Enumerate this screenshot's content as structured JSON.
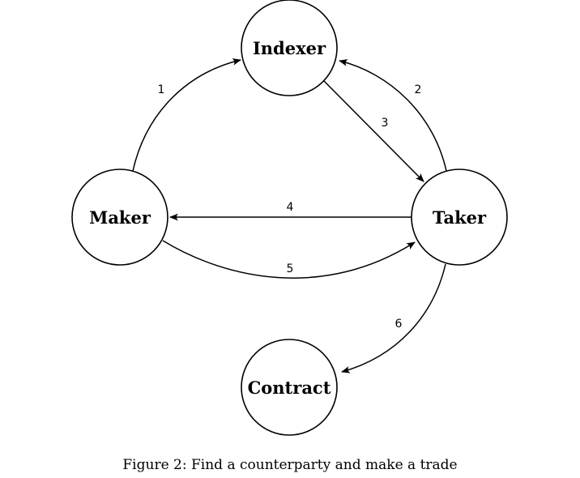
{
  "diagram": {
    "nodes": [
      {
        "id": "indexer",
        "label": "Indexer"
      },
      {
        "id": "maker",
        "label": "Maker"
      },
      {
        "id": "taker",
        "label": "Taker"
      },
      {
        "id": "contract",
        "label": "Contract"
      }
    ],
    "edges": [
      {
        "id": "1",
        "label": "1",
        "from": "maker",
        "to": "indexer"
      },
      {
        "id": "2",
        "label": "2",
        "from": "taker",
        "to": "indexer"
      },
      {
        "id": "3",
        "label": "3",
        "from": "indexer",
        "to": "taker"
      },
      {
        "id": "4",
        "label": "4",
        "from": "taker",
        "to": "maker"
      },
      {
        "id": "5",
        "label": "5",
        "from": "maker",
        "to": "taker"
      },
      {
        "id": "6",
        "label": "6",
        "from": "taker",
        "to": "contract"
      }
    ]
  },
  "caption": "Figure 2: Find a counterparty and make a trade"
}
